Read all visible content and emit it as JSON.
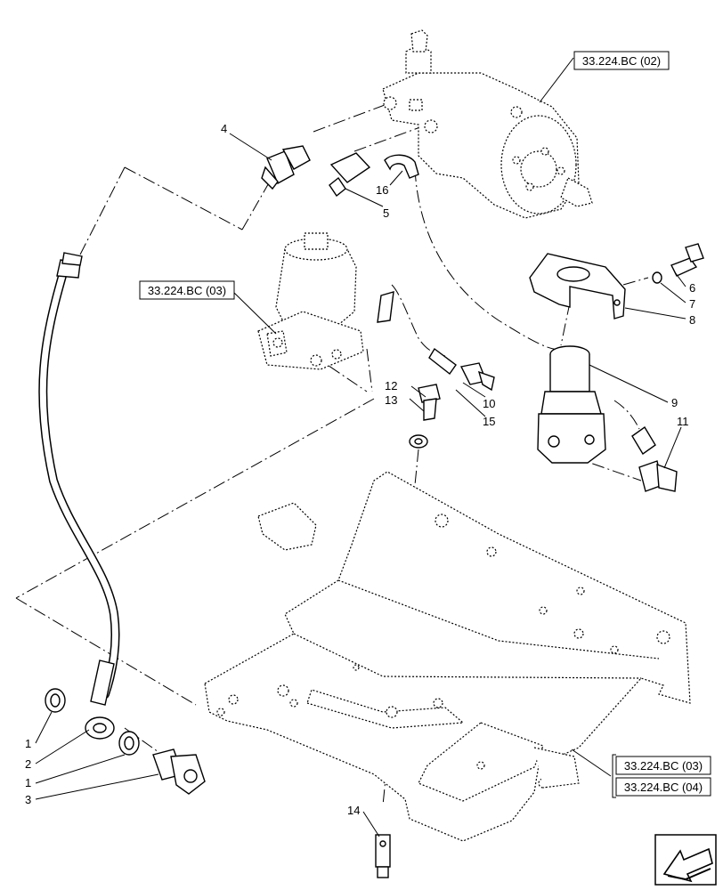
{
  "references": {
    "ref_pump": "33.224.BC (02)",
    "ref_valve": "33.224.BC (03)",
    "ref_frame_a": "33.224.BC (03)",
    "ref_frame_b": "33.224.BC (04)"
  },
  "callouts": {
    "c1a": "1",
    "c1b": "1",
    "c2": "2",
    "c3": "3",
    "c4": "4",
    "c5": "5",
    "c6": "6",
    "c7": "7",
    "c8": "8",
    "c9": "9",
    "c10": "10",
    "c11": "11",
    "c12": "12",
    "c13": "13",
    "c14": "14",
    "c15": "15",
    "c16": "16"
  },
  "icons": {
    "nav": "arrow-navigation-icon"
  }
}
